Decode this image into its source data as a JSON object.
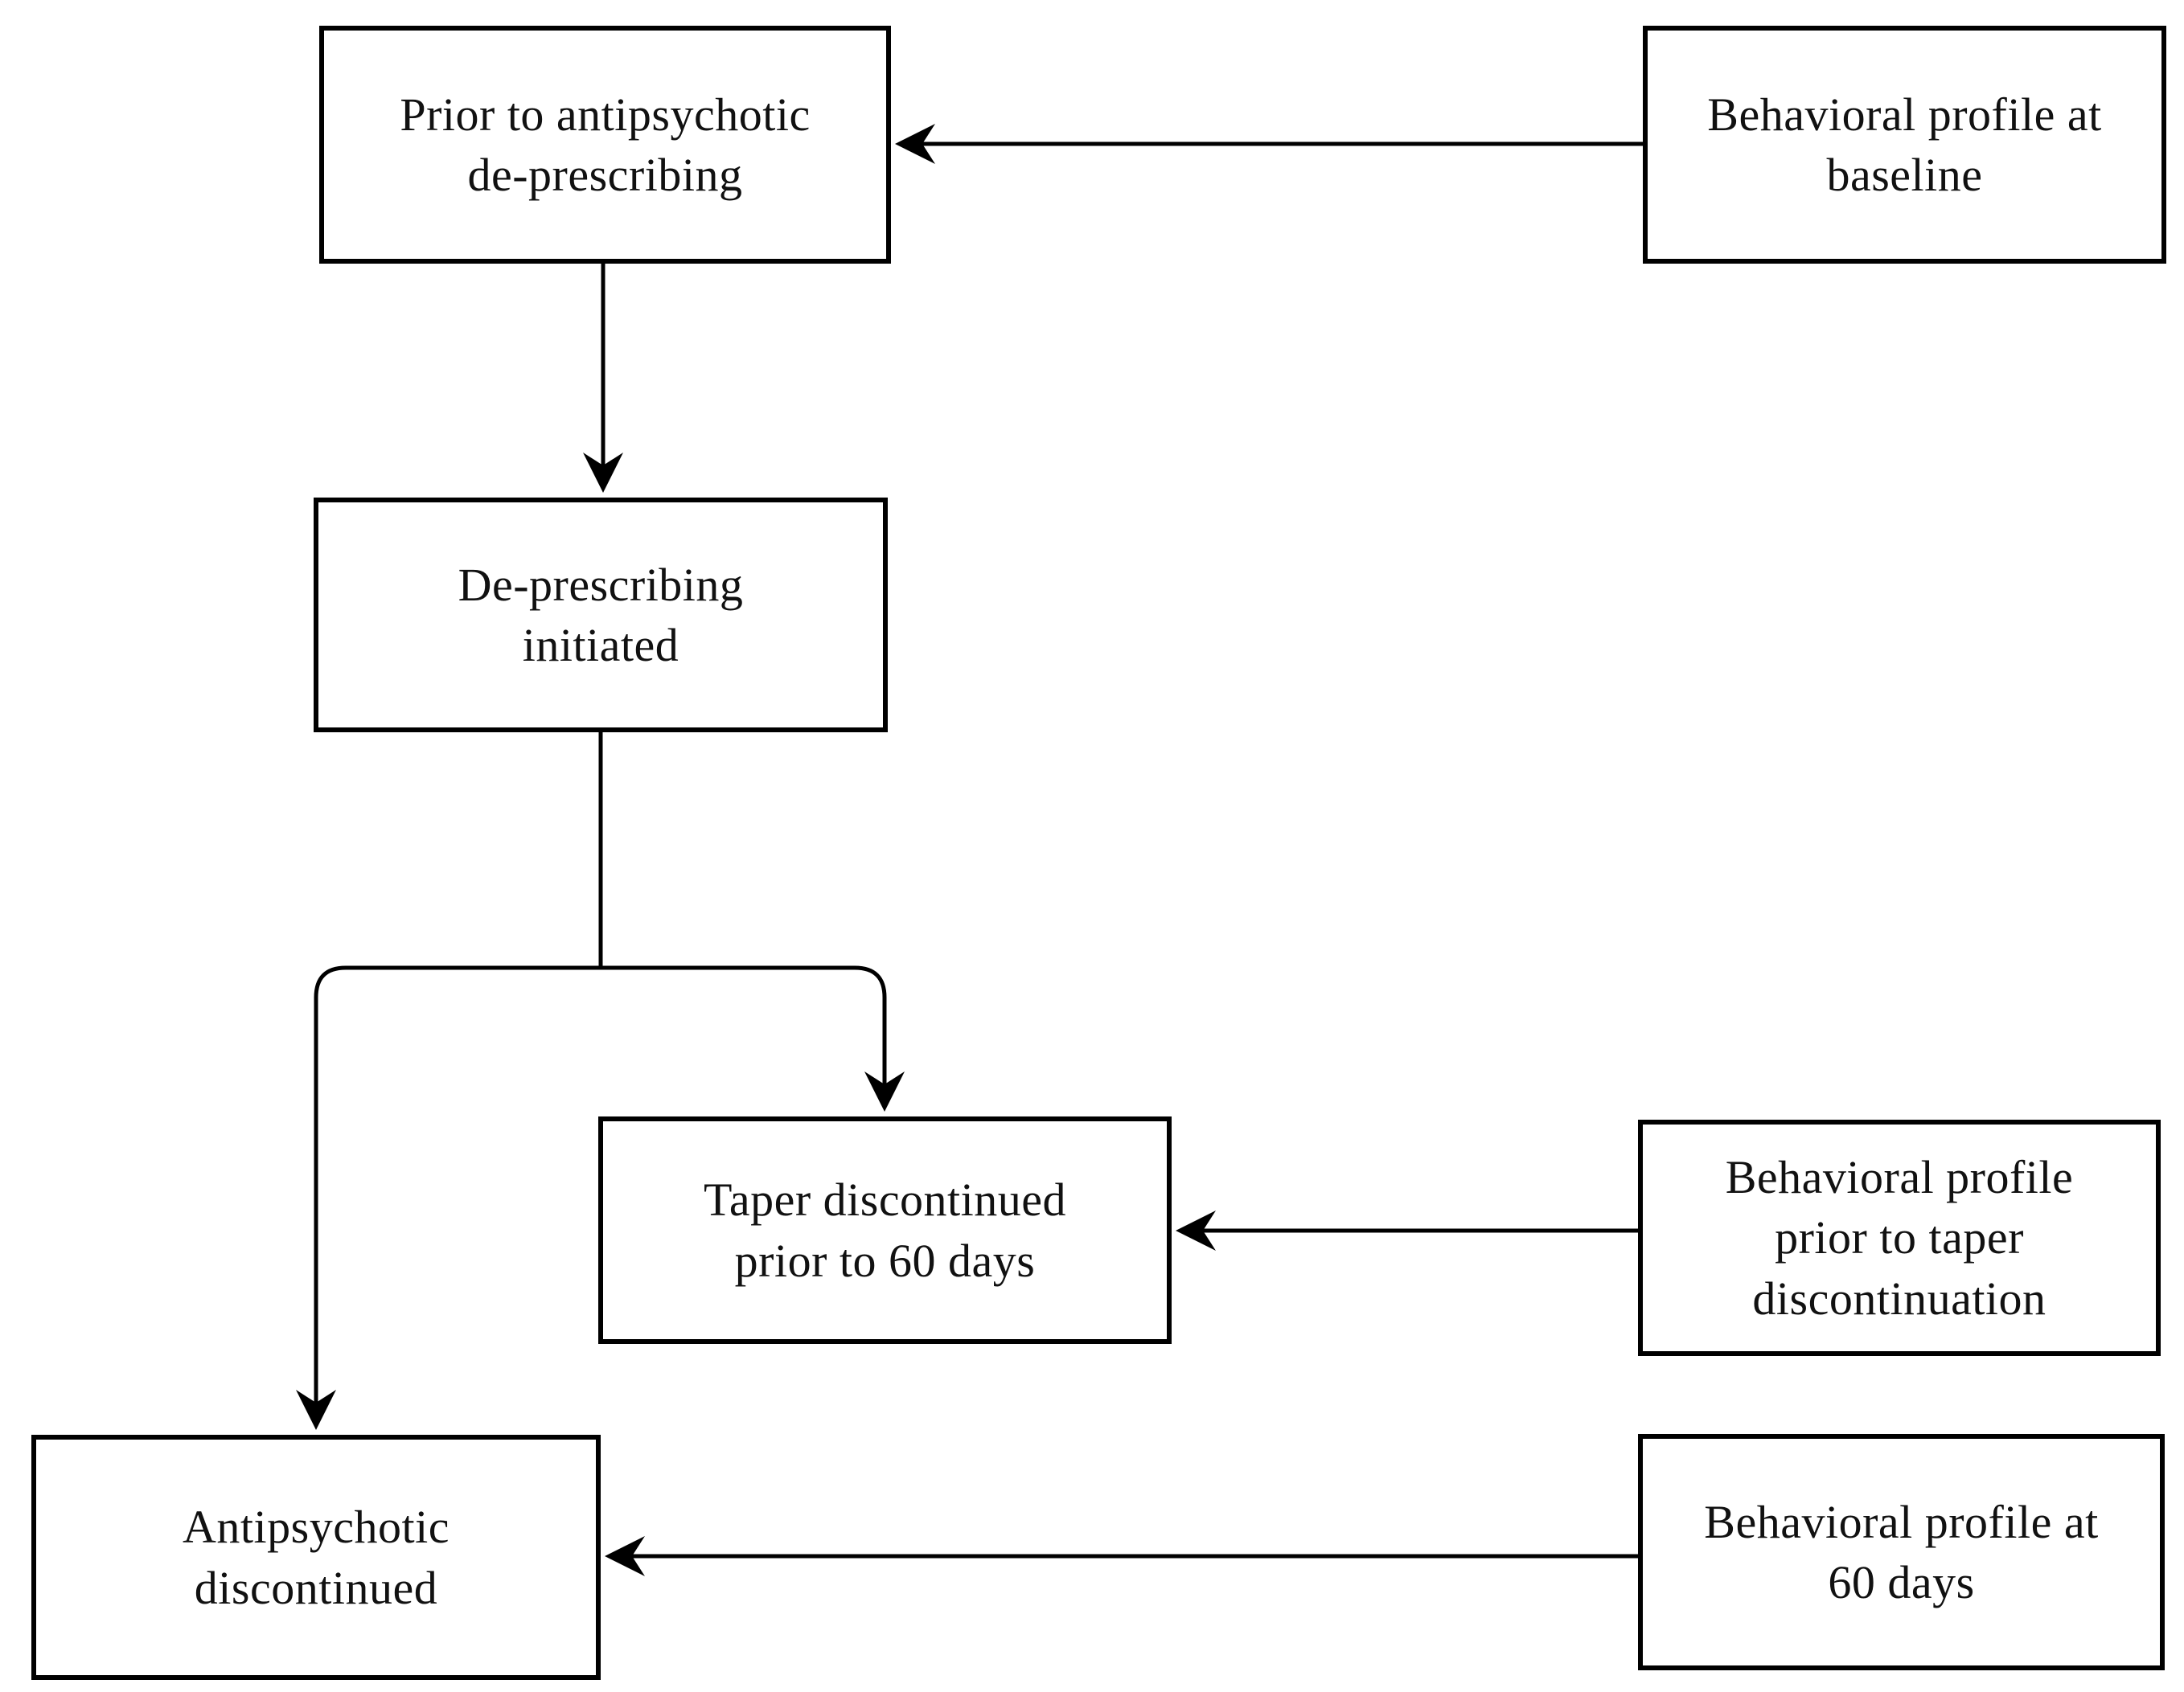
{
  "diagram": {
    "type": "flowchart",
    "colors": {
      "background": "#ffffff",
      "line": "#000000",
      "box_border": "#000000",
      "text": "#111111"
    },
    "nodes": {
      "prior": {
        "label": "Prior to antipsychotic\nde-prescribing"
      },
      "baseline": {
        "label": "Behavioral profile at\nbaseline"
      },
      "initiated": {
        "label": "De-prescribing\ninitiated"
      },
      "taper": {
        "label": "Taper discontinued\nprior to 60 days"
      },
      "profile_taper": {
        "label": "Behavioral profile\nprior to taper\ndiscontinuation"
      },
      "discontinued": {
        "label": "Antipsychotic\ndiscontinued"
      },
      "profile_60": {
        "label": "Behavioral profile at\n60 days"
      }
    },
    "edges": [
      {
        "from": "Behavioral profile at baseline",
        "to": "Prior to antipsychotic de-prescribing",
        "direction": "left"
      },
      {
        "from": "Prior to antipsychotic de-prescribing",
        "to": "De-prescribing initiated",
        "direction": "down"
      },
      {
        "from": "De-prescribing initiated",
        "to": "Taper discontinued prior to 60 days",
        "direction": "down-branch-right"
      },
      {
        "from": "De-prescribing initiated",
        "to": "Antipsychotic discontinued",
        "direction": "down-branch-left"
      },
      {
        "from": "Behavioral profile prior to taper discontinuation",
        "to": "Taper discontinued prior to 60 days",
        "direction": "left"
      },
      {
        "from": "Behavioral profile at 60 days",
        "to": "Antipsychotic discontinued",
        "direction": "left"
      }
    ]
  }
}
